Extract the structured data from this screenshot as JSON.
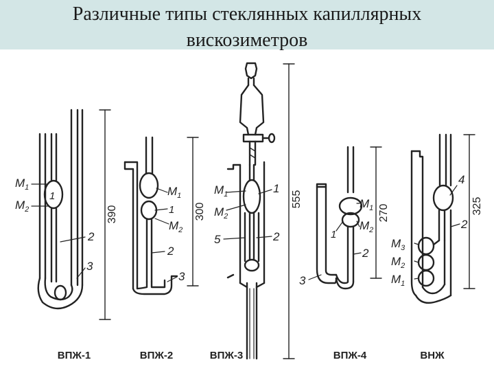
{
  "slide": {
    "title_line1": "Различные типы стеклянных капиллярных",
    "title_line2": "вискозиметров"
  },
  "diagram": {
    "viscometers": [
      {
        "name": "ВПЖ-1",
        "dimension": "390",
        "labels": [
          "M1",
          "1",
          "M2",
          "2",
          "3"
        ]
      },
      {
        "name": "ВПЖ-2",
        "dimension": "300",
        "labels": [
          "M1",
          "1",
          "M2",
          "2",
          "3"
        ]
      },
      {
        "name": "ВПЖ-3",
        "dimension": "555",
        "labels": [
          "M1",
          "1",
          "M2",
          "2",
          "5"
        ]
      },
      {
        "name": "ВПЖ-4",
        "dimension": "270",
        "labels": [
          "M1",
          "1",
          "M2",
          "2",
          "3"
        ]
      },
      {
        "name": "ВНЖ",
        "dimension": "325",
        "labels": [
          "4",
          "2",
          "M3",
          "M2",
          "M1"
        ]
      }
    ]
  }
}
